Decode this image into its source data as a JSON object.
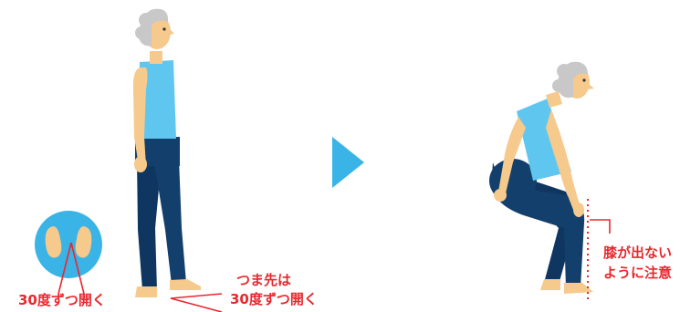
{
  "colors": {
    "accent": "#e8282f",
    "arrow": "#3ab4e6",
    "shirt": "#5fc7ef",
    "pants": "#133f6c",
    "skin": "#f6c98c",
    "hair": "#c8c8c8",
    "circle": "#3ab4e6"
  },
  "left_panel": {
    "feet_label": "30度ずつ開く",
    "toe_label_line1": "つま先は",
    "toe_label_line2": "30度ずつ開く"
  },
  "right_panel": {
    "knee_label_line1": "膝が出ない",
    "knee_label_line2": "ように注意"
  },
  "icons": {
    "transition": "triangle-arrow-right-icon",
    "feet": "feet-top-view-icon"
  }
}
